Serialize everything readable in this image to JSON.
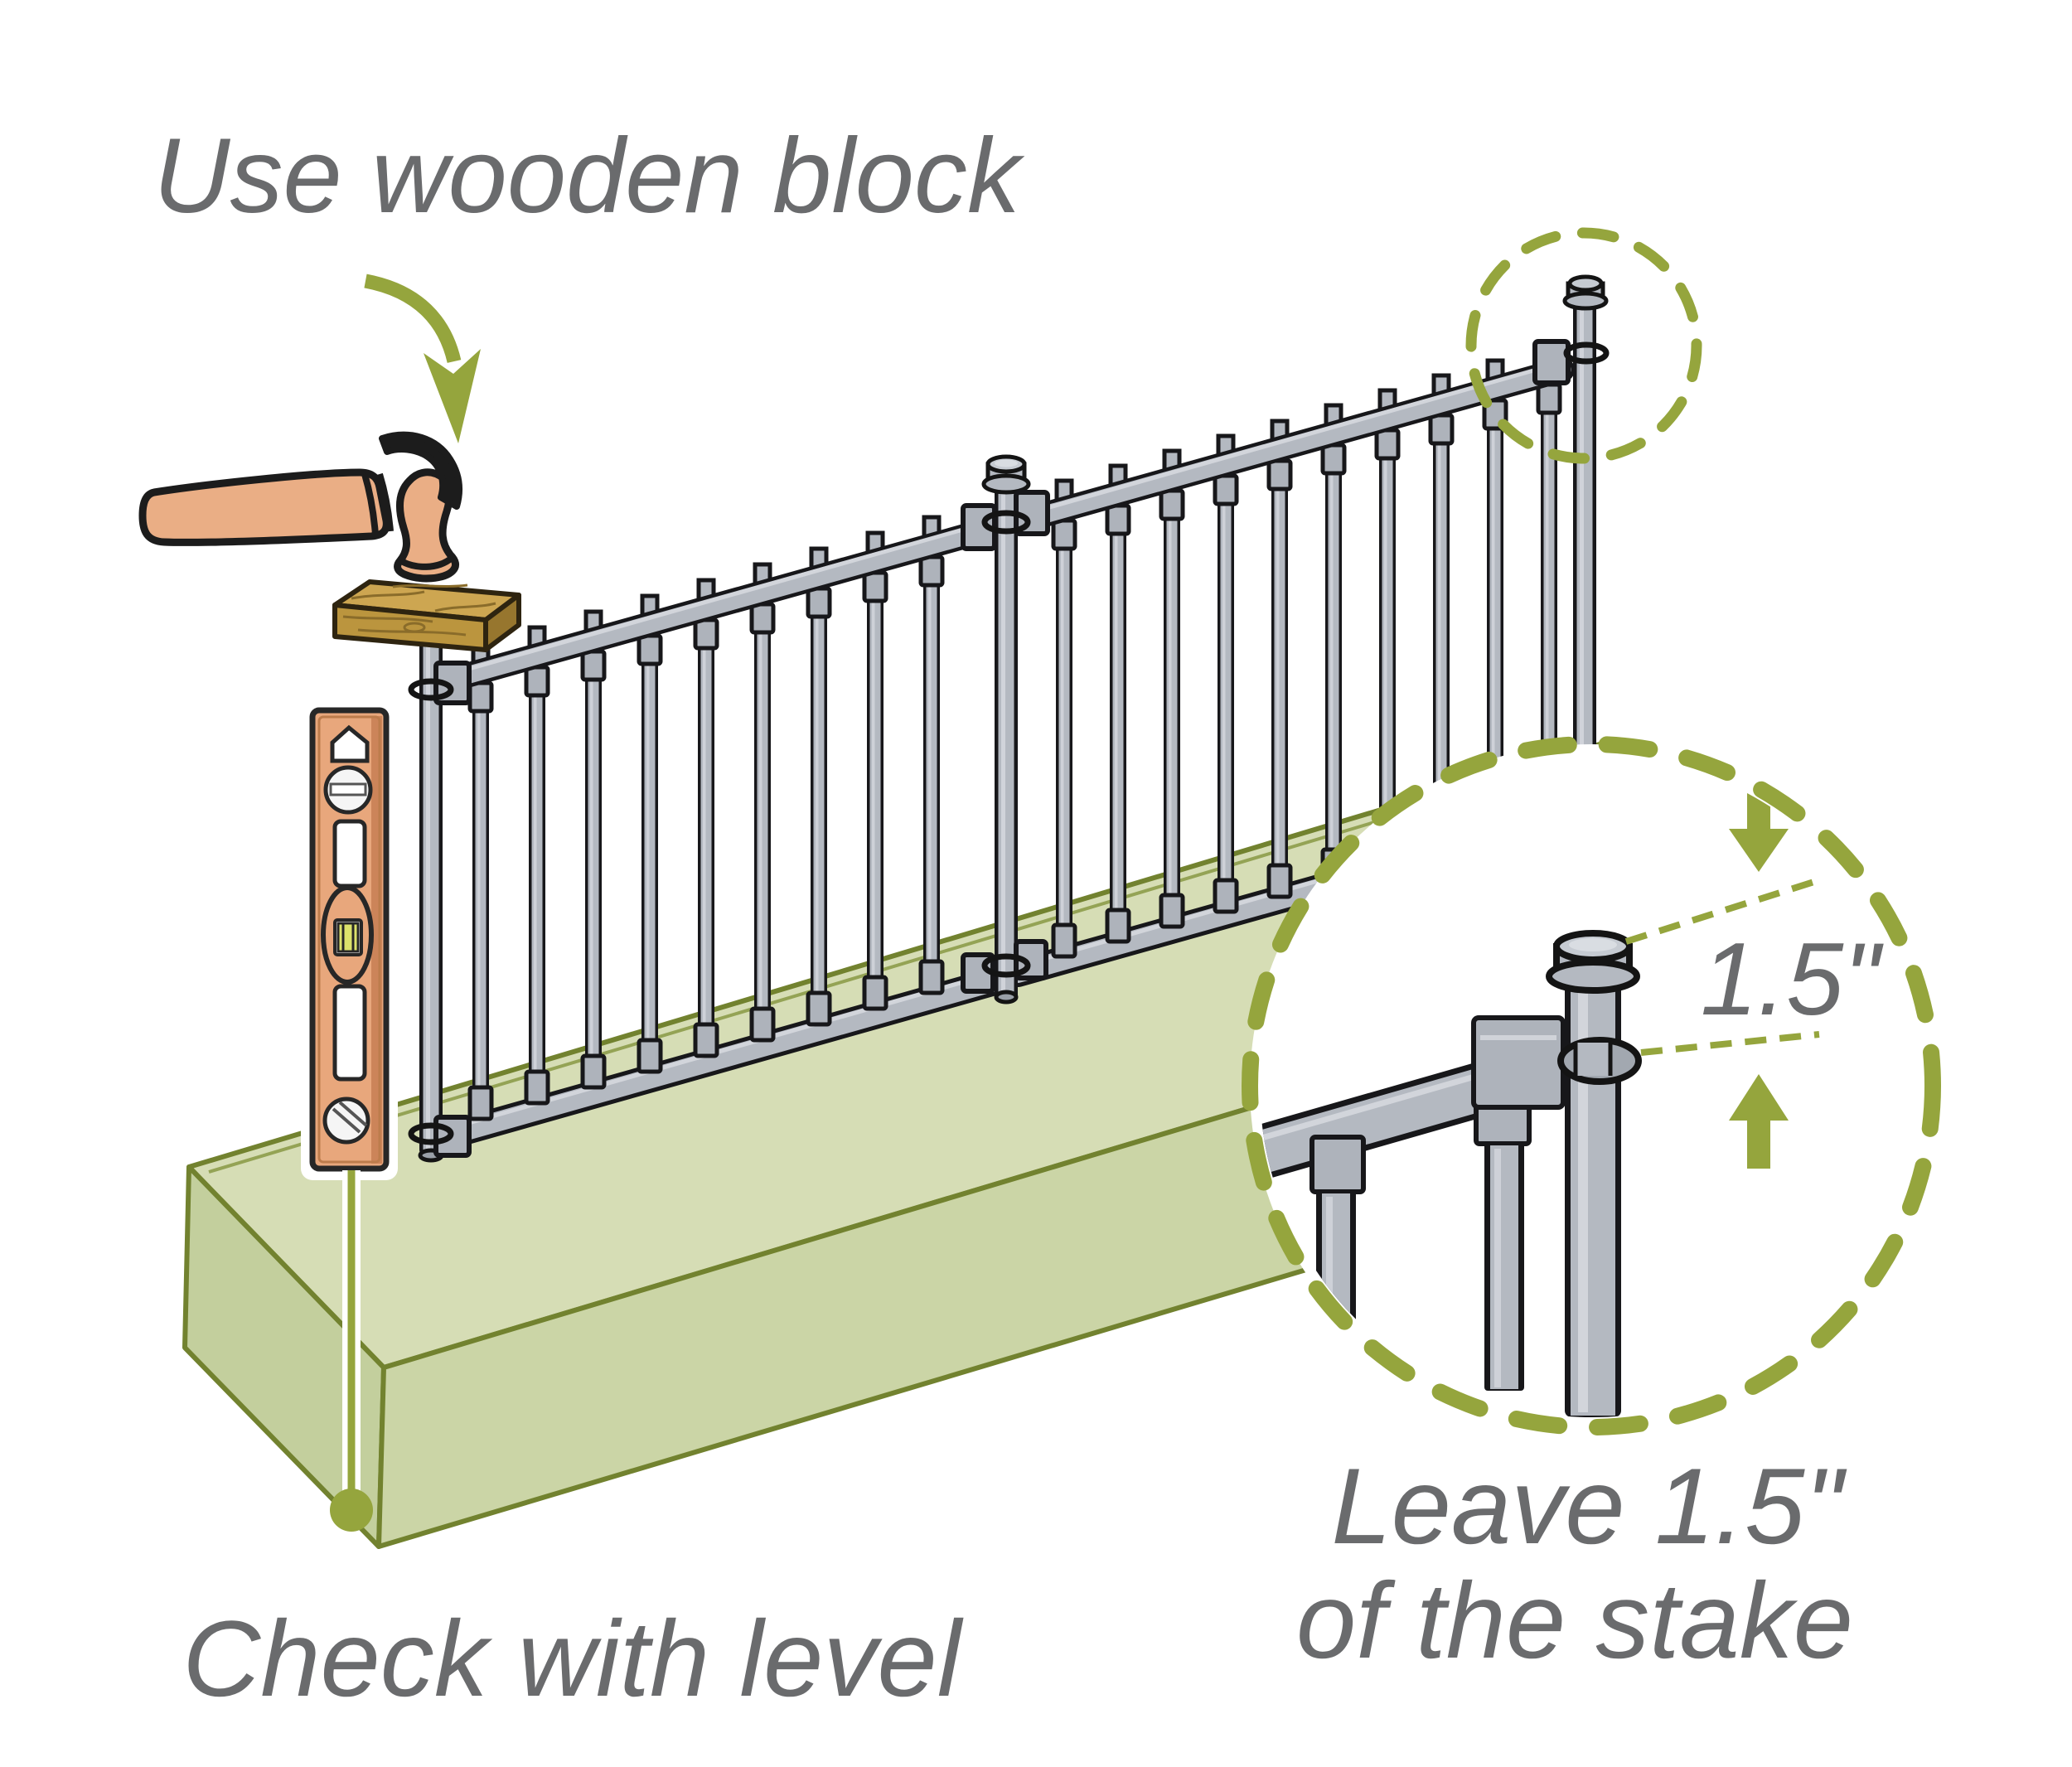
{
  "page": {
    "background": "#ffffff"
  },
  "labels": {
    "title": "Use wooden block",
    "level_callout": "Check with level",
    "stake_callout_line1": "Leave 1.5\"",
    "stake_callout_line2": "of the stake",
    "detail_measurement": "1.5\""
  },
  "colors": {
    "text_gray": "#6a6b6d",
    "accent_olive": "#95a53d",
    "slab_top": "#d6ddb5",
    "slab_left": "#c3cf9d",
    "slab_front": "#cbd5a6",
    "slab_outline": "#72822f",
    "metal_fill": "#b4b9c1",
    "metal_light": "#d9dce1",
    "metal_outline": "#17171a",
    "wood_top": "#cda651",
    "wood_front": "#bb953e",
    "wood_end": "#97762e",
    "hammer_tan": "#eaae85",
    "level_orange": "#e8a77c",
    "vial_yellow": "#dce26b",
    "outline_black": "#1c1c1c"
  }
}
